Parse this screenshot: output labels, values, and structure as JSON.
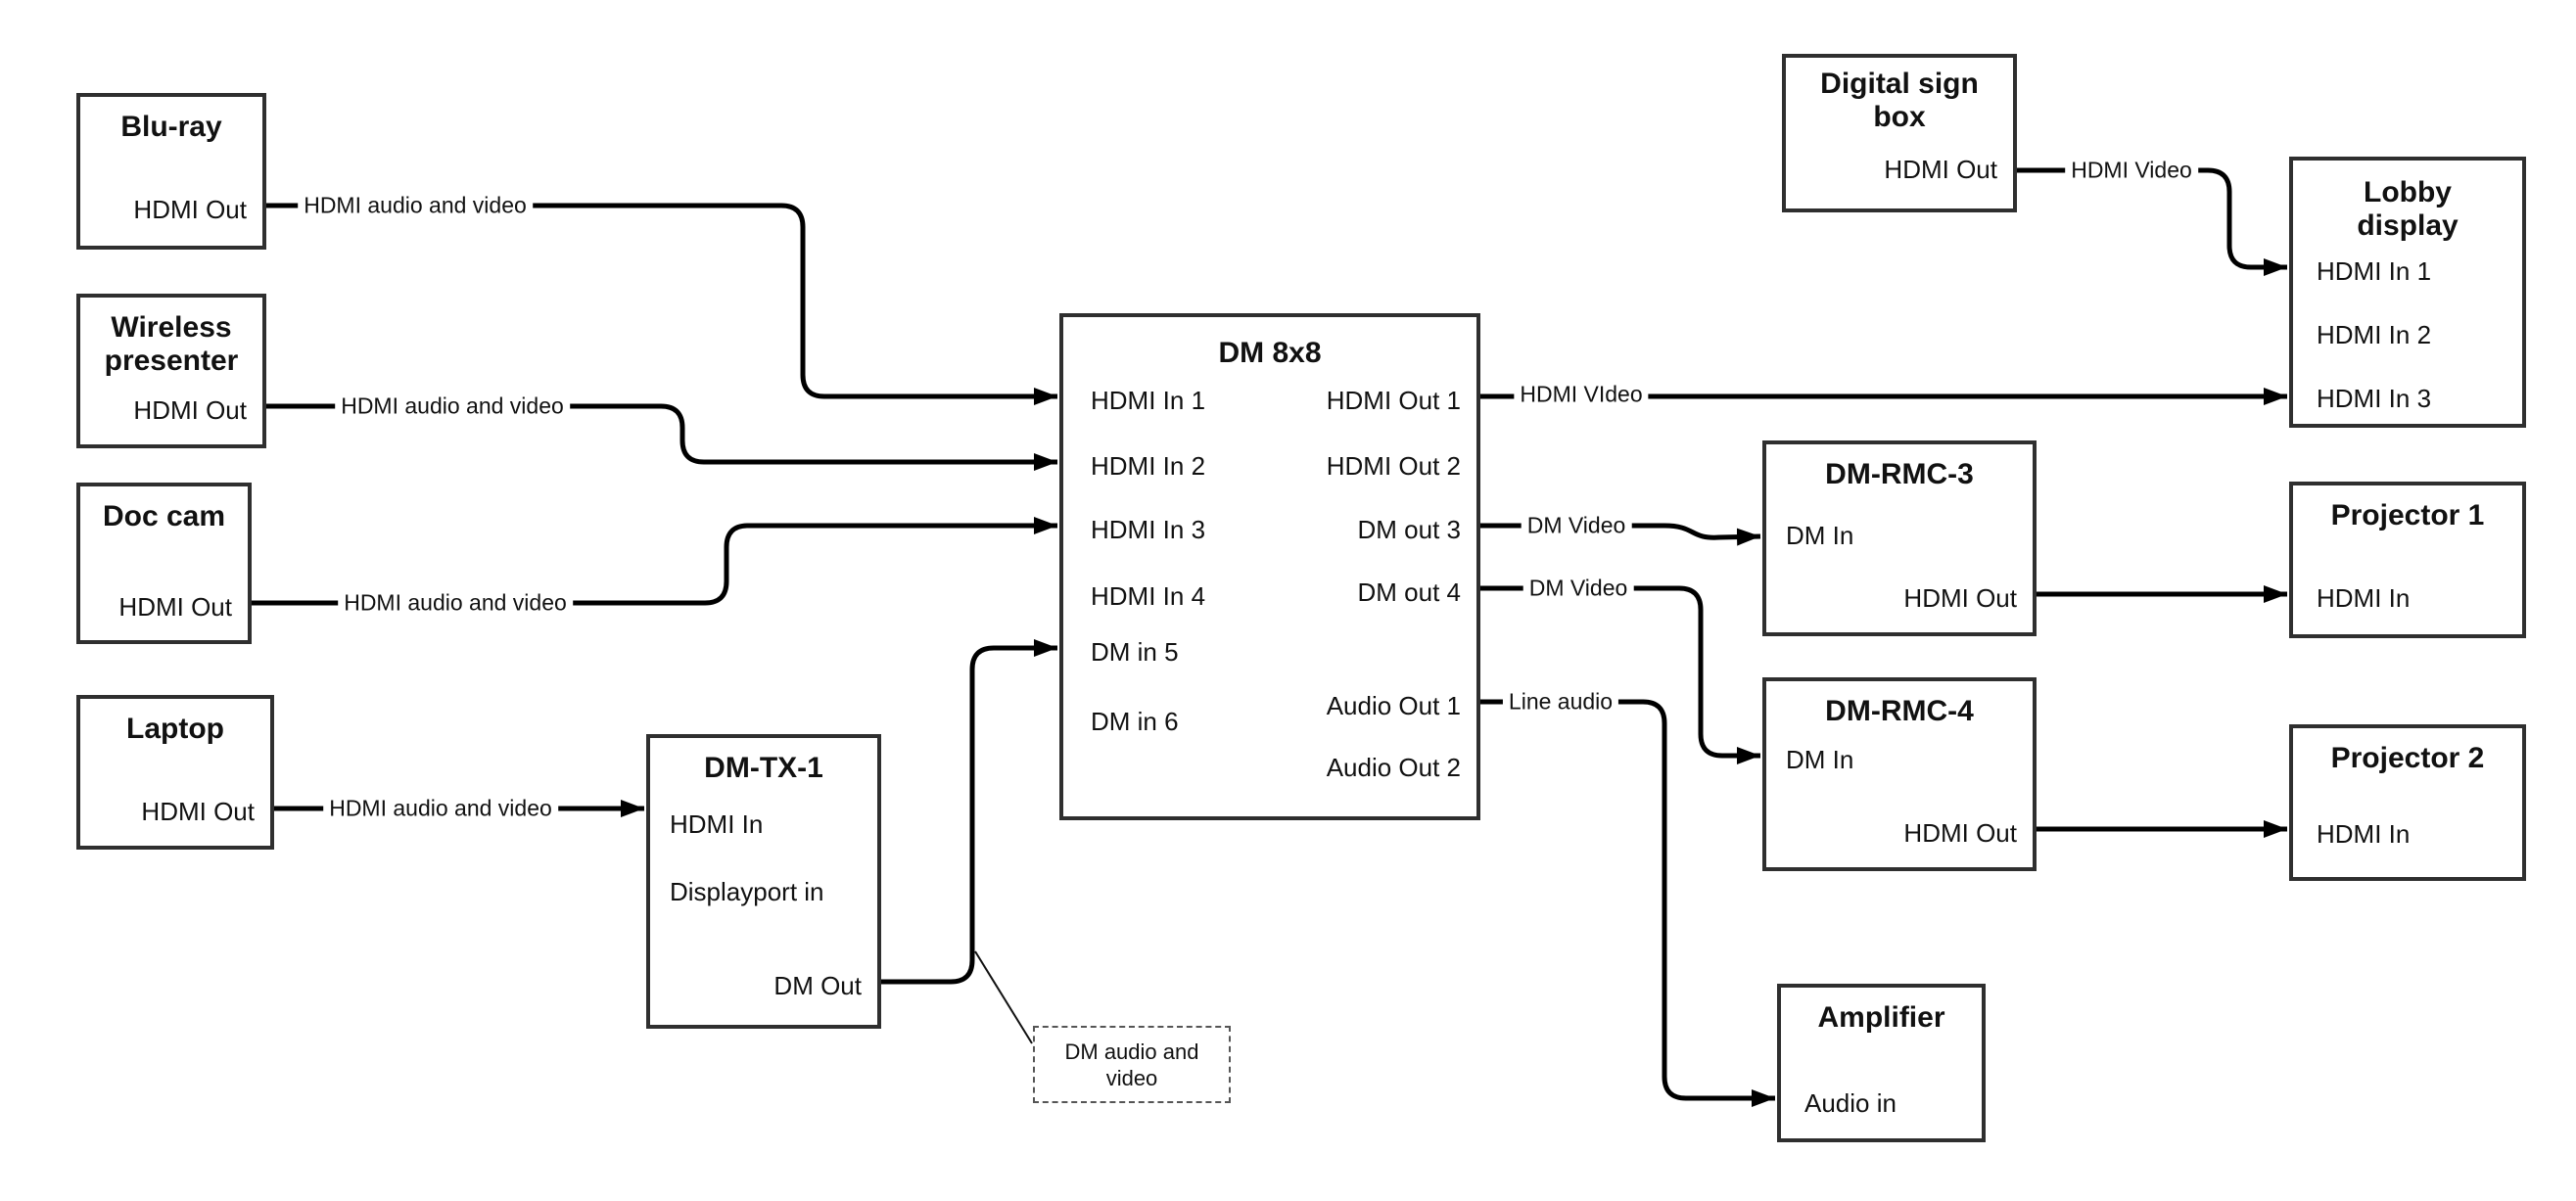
{
  "diagram": {
    "colors": {
      "wire": "#000000",
      "box_border": "#2f2f2f",
      "background": "#ffffff"
    },
    "nodes": {
      "bluray": {
        "title": "Blu-ray",
        "ports": {
          "hdmi_out": "HDMI Out"
        }
      },
      "wireless": {
        "title": "Wireless\npresenter",
        "ports": {
          "hdmi_out": "HDMI Out"
        }
      },
      "doccam": {
        "title": "Doc cam",
        "ports": {
          "hdmi_out": "HDMI Out"
        }
      },
      "laptop": {
        "title": "Laptop",
        "ports": {
          "hdmi_out": "HDMI Out"
        }
      },
      "dmtx1": {
        "title": "DM-TX-1",
        "ports": {
          "hdmi_in": "HDMI In",
          "displayport_in": "Displayport in",
          "dm_out": "DM Out"
        }
      },
      "dm8x8": {
        "title": "DM 8x8",
        "ports": {
          "hdmi_in_1": "HDMI In 1",
          "hdmi_in_2": "HDMI In 2",
          "hdmi_in_3": "HDMI In 3",
          "hdmi_in_4": "HDMI In 4",
          "dm_in_5": "DM in 5",
          "dm_in_6": "DM in 6",
          "hdmi_out_1": "HDMI Out 1",
          "hdmi_out_2": "HDMI Out 2",
          "dm_out_3": "DM out 3",
          "dm_out_4": "DM out 4",
          "audio_out_1": "Audio Out 1",
          "audio_out_2": "Audio Out 2"
        }
      },
      "digitalsign": {
        "title": "Digital sign\nbox",
        "ports": {
          "hdmi_out": "HDMI Out"
        }
      },
      "lobby": {
        "title": "Lobby\ndisplay",
        "ports": {
          "hdmi_in_1": "HDMI In 1",
          "hdmi_in_2": "HDMI In 2",
          "hdmi_in_3": "HDMI In 3"
        }
      },
      "dmrmc3": {
        "title": "DM-RMC-3",
        "ports": {
          "dm_in": "DM In",
          "hdmi_out": "HDMI Out"
        }
      },
      "proj1": {
        "title": "Projector 1",
        "ports": {
          "hdmi_in": "HDMI In"
        }
      },
      "dmrmc4": {
        "title": "DM-RMC-4",
        "ports": {
          "dm_in": "DM In",
          "hdmi_out": "HDMI Out"
        }
      },
      "proj2": {
        "title": "Projector 2",
        "ports": {
          "hdmi_in": "HDMI In"
        }
      },
      "amplifier": {
        "title": "Amplifier",
        "ports": {
          "audio_in": "Audio in"
        }
      }
    },
    "wire_labels": {
      "bluray_feed": "HDMI audio and video",
      "wireless_feed": "HDMI audio and video",
      "doccam_feed": "HDMI audio and video",
      "laptop_feed": "HDMI audio and video",
      "hdmi_video_out1": "HDMI VIdeo",
      "dm_video_3": "DM Video",
      "dm_video_4": "DM Video",
      "line_audio": "Line audio",
      "sign_video": "HDMI Video"
    },
    "callout": "DM audio and\nvideo"
  }
}
